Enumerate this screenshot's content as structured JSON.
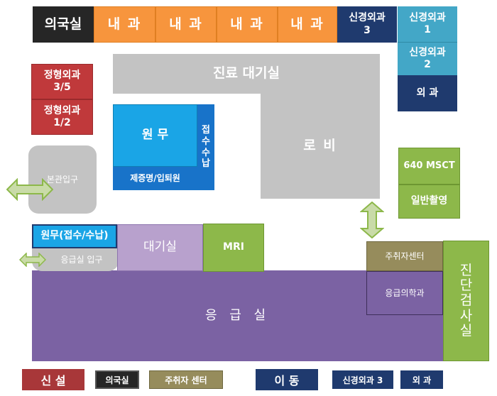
{
  "rooms": {
    "uigukshil": "의국실",
    "naegwa_1": "내 과",
    "naegwa_2": "내 과",
    "naegwa_3": "내 과",
    "naegwa_4": "내 과",
    "ns3": "신경외과\n3",
    "ns1": "신경외과\n1",
    "ns2": "신경외과\n2",
    "oegwa": "외 과",
    "ortho35": "정형외과\n3/5",
    "ortho12": "정형외과\n1/2",
    "waiting": "진료 대기실",
    "lobby": "로 비",
    "wonmu": "원 무",
    "reception": "접\n수\n수\n납",
    "certificate": "제증명/입퇴원",
    "entrance": "본관입구",
    "msct": "640 MSCT",
    "general_xray": "일반촬영",
    "er_admin": "원무(접수/수납)",
    "er_entrance": "응급실 입구",
    "er_waiting": "대기실",
    "mri": "MRI",
    "injection": "주취자센터",
    "emergency": "응 급 실",
    "em_medicine": "응급의학과",
    "diagnostic": "진\n단\n검\n사\n실"
  },
  "legend": {
    "new_label": "신 설",
    "new_item1": "의국실",
    "new_item2": "주취자 센터",
    "move_label": "이 동",
    "move_item1": "신경외과 3",
    "move_item2": "외 과"
  },
  "colors": {
    "orange": "#f7953d",
    "navy": "#1f3a6e",
    "teal": "#43a7c7",
    "red": "#c0393b",
    "green": "#8db84a",
    "gray": "#c3c3c3",
    "blue": "#1aa5e6",
    "purple": "#7b62a3",
    "lilac": "#b8a1cd",
    "olive": "#968c5c",
    "black": "#262626"
  }
}
